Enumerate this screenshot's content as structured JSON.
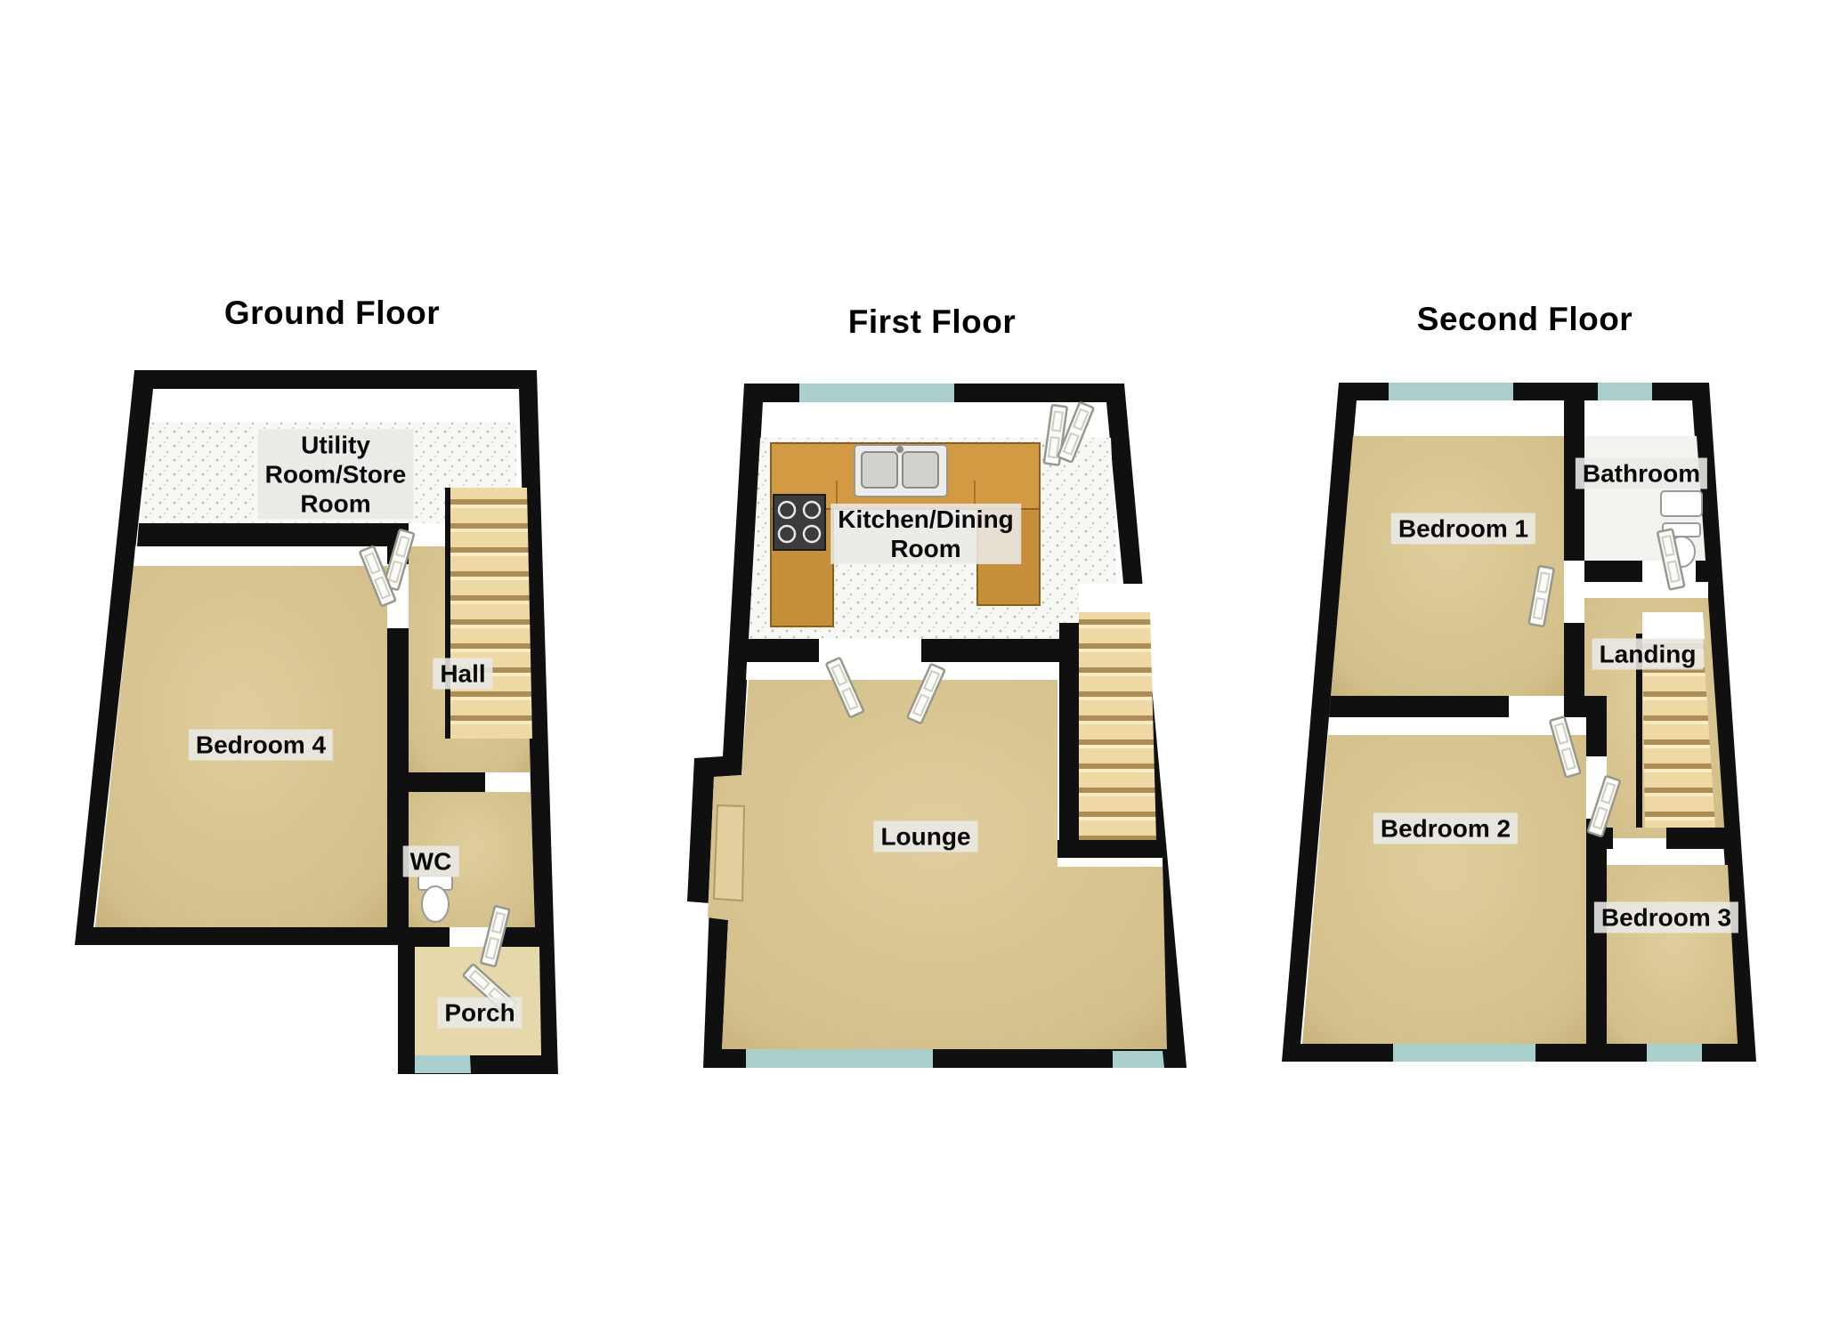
{
  "document": {
    "kind": "3D property floorplan",
    "background": "#ffffff"
  },
  "colors": {
    "wall": "#101010",
    "carpet": "#d5c28f",
    "stairs": "#eed9a4",
    "wood_counter": "#d29a43",
    "window_glass": "#a9cfcd",
    "label_background": "#e9e9e6",
    "label_text": "#0a0a0a"
  },
  "floors": [
    {
      "title": "Ground Floor",
      "rooms": [
        {
          "id": "utility",
          "label": "Utility\nRoom/Store\nRoom"
        },
        {
          "id": "bedroom4",
          "label": "Bedroom 4"
        },
        {
          "id": "hall",
          "label": "Hall"
        },
        {
          "id": "wc",
          "label": "WC"
        },
        {
          "id": "porch",
          "label": "Porch"
        }
      ]
    },
    {
      "title": "First Floor",
      "rooms": [
        {
          "id": "kitchen_dining",
          "label": "Kitchen/Dining\nRoom"
        },
        {
          "id": "lounge",
          "label": "Lounge"
        }
      ]
    },
    {
      "title": "Second Floor",
      "rooms": [
        {
          "id": "bedroom1",
          "label": "Bedroom 1"
        },
        {
          "id": "bathroom",
          "label": "Bathroom"
        },
        {
          "id": "landing",
          "label": "Landing"
        },
        {
          "id": "bedroom2",
          "label": "Bedroom 2"
        },
        {
          "id": "bedroom3",
          "label": "Bedroom 3"
        }
      ]
    }
  ]
}
